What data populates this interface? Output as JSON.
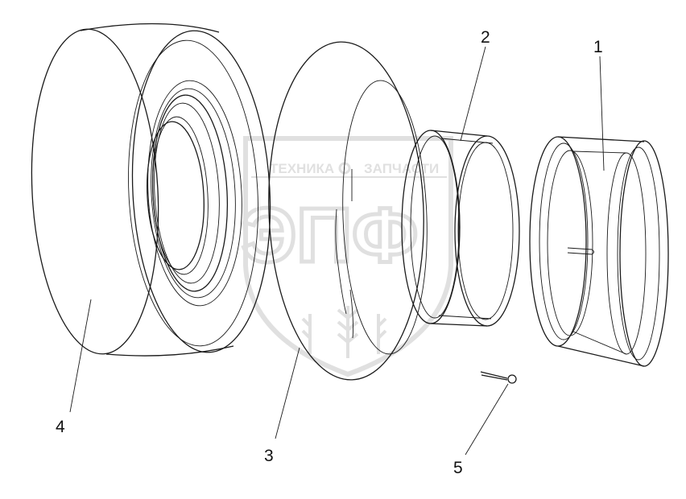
{
  "watermark": {
    "top_left": "ТЕХНИКА",
    "top_right": "ЗАПЧАСТИ",
    "main": "ЭПФ",
    "color": "#c8c8c8"
  },
  "callouts": [
    "1",
    "2",
    "3",
    "4",
    "5"
  ],
  "colors": {
    "line": "#1a1a1a",
    "background": "#ffffff"
  }
}
